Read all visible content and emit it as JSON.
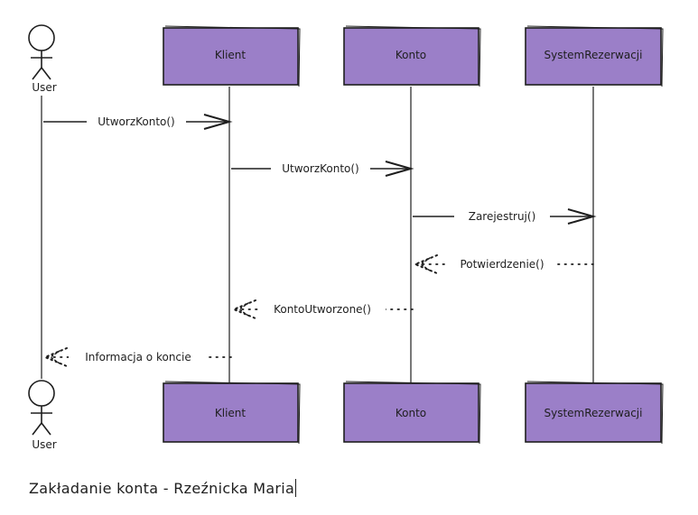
{
  "actor": {
    "label": "User"
  },
  "participants": [
    {
      "id": "klient",
      "label": "Klient"
    },
    {
      "id": "konto",
      "label": "Konto"
    },
    {
      "id": "system",
      "label": "SystemRezerwacji"
    }
  ],
  "messages": [
    {
      "id": "m1",
      "label": "UtworzKonto()",
      "from": "user",
      "to": "klient",
      "type": "sync"
    },
    {
      "id": "m2",
      "label": "UtworzKonto()",
      "from": "klient",
      "to": "konto",
      "type": "sync"
    },
    {
      "id": "m3",
      "label": "Zarejestruj()",
      "from": "konto",
      "to": "system",
      "type": "sync"
    },
    {
      "id": "m4",
      "label": "Potwierdzenie()",
      "from": "system",
      "to": "konto",
      "type": "return"
    },
    {
      "id": "m5",
      "label": "KontoUtworzone()",
      "from": "konto",
      "to": "klient",
      "type": "return"
    },
    {
      "id": "m6",
      "label": "Informacja o koncie",
      "from": "klient",
      "to": "user",
      "type": "return"
    }
  ],
  "caption": "Zakładanie konta - Rzeźnicka Maria",
  "colors": {
    "box_fill": "#9b7fc8",
    "stroke": "#1e1e1e",
    "background": "#ffffff"
  }
}
